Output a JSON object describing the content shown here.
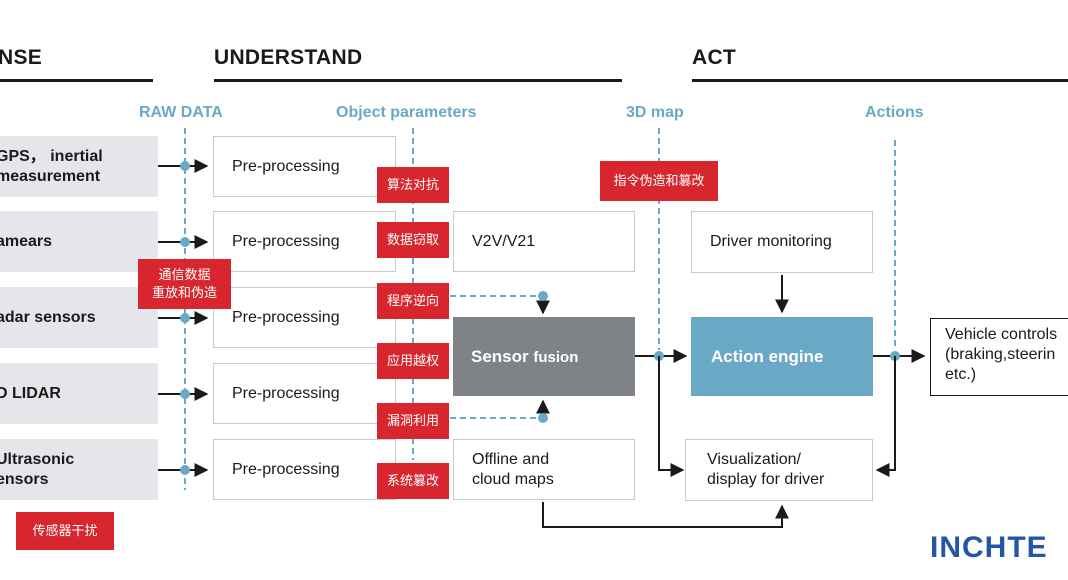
{
  "sections": {
    "sense": "NSE",
    "understand": "UNDERSTAND",
    "act": "ACT"
  },
  "column_labels": {
    "raw_data": "RAW DATA",
    "object_parameters": "Object parameters",
    "map_3d": "3D map",
    "actions": "Actions"
  },
  "sensors": [
    {
      "line1": "GPS， inertial",
      "line2": "measurement"
    },
    {
      "line1": "amears",
      "line2": ""
    },
    {
      "line1": "adar sensors",
      "line2": ""
    },
    {
      "line1": "D LIDAR",
      "line2": ""
    },
    {
      "line1": "Ultrasonic",
      "line2": "ensors"
    }
  ],
  "preprocessing_label": "Pre-processing",
  "attacks": {
    "algorithm": "算法对抗",
    "data_theft": "数据窃取",
    "reverse": "程序逆向",
    "privilege": "应用越权",
    "exploit": "漏洞利用",
    "tamper": "系统篡改",
    "replay_line1": "通信数据",
    "replay_line2": "重放和伪造",
    "command": "指令伪造和篡改",
    "sensor_jam": "传感器干扰"
  },
  "understand": {
    "v2v": "V2V/V21",
    "sensor_fusion_a": "Sensor ",
    "sensor_fusion_b": "fusion",
    "offline_line1": "Offline and",
    "offline_line2": "cloud maps"
  },
  "act": {
    "driver_monitoring": "Driver monitoring",
    "action_engine": "Action engine",
    "vis_line1": "Visualization/",
    "vis_line2": "display for driver",
    "vehicle_line1": "Vehicle controls",
    "vehicle_line2": "(braking,steerin",
    "vehicle_line3": "etc.)"
  },
  "logo_text": "INCHTE",
  "colors": {
    "accent_blue": "#6aa9c6",
    "attack_red": "#d7262e",
    "fusion_grey": "#7f8286",
    "sensor_bg": "#e4e6e9",
    "logo_blue": "#2356a8"
  }
}
